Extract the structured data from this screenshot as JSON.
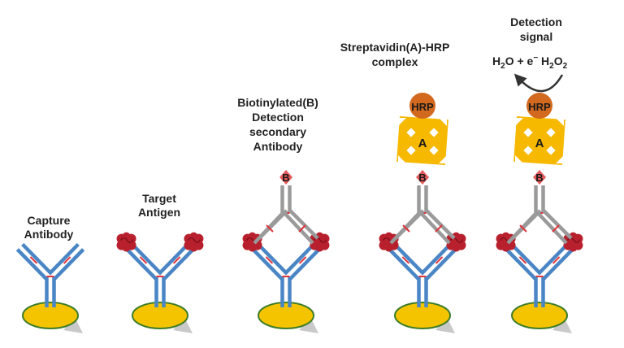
{
  "labels": {
    "capture": [
      "Capture",
      "Antibody"
    ],
    "antigen": [
      "Target",
      "Antigen"
    ],
    "biotinylated": [
      "Biotinylated(B)",
      "Detection",
      "secondary",
      "Antibody"
    ],
    "complex": [
      "Streptavidin(A)-HRP",
      "complex"
    ],
    "signal": [
      "Detection",
      "signal"
    ]
  },
  "formula": {
    "water": "H",
    "water_sub": "2",
    "water_tail": "O + e",
    "electron_sup": "−",
    "peroxide": "H",
    "peroxide_sub1": "2",
    "peroxide_mid": "O",
    "peroxide_sub2": "2"
  },
  "marks": {
    "biotin": "B",
    "streptavidin": "A",
    "hrp": "HRP"
  },
  "colors": {
    "capture_antibody": "#4a86c5",
    "detection_antibody": "#9a9a9a",
    "hinge": "#e0333a",
    "antigen": "#b8202e",
    "plate": "#f5c400",
    "plate_edge": "#3d7d2a",
    "streptavidin": "#f7b800",
    "hrp": "#d2691e",
    "biotin": "#e45a5a"
  },
  "stages": [
    {
      "label": "capture",
      "antigen": false,
      "detection": false,
      "complex": false,
      "signal": false
    },
    {
      "label": "antigen",
      "antigen": true,
      "detection": false,
      "complex": false,
      "signal": false
    },
    {
      "label": "biotinylated",
      "antigen": true,
      "detection": true,
      "complex": false,
      "signal": false
    },
    {
      "label": "complex",
      "antigen": true,
      "detection": true,
      "complex": true,
      "signal": false
    },
    {
      "label": "signal",
      "antigen": true,
      "detection": true,
      "complex": true,
      "signal": true
    }
  ]
}
